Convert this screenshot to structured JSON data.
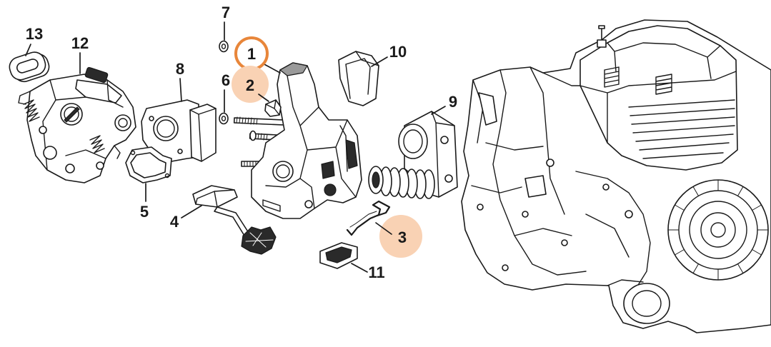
{
  "callouts": [
    {
      "label": "1",
      "selected": true
    },
    {
      "label": "2",
      "highlighted": true
    },
    {
      "label": "3",
      "highlighted": true
    },
    {
      "label": "4"
    },
    {
      "label": "5"
    },
    {
      "label": "6"
    },
    {
      "label": "7"
    },
    {
      "label": "8"
    },
    {
      "label": "9"
    },
    {
      "label": "10"
    },
    {
      "label": "11"
    },
    {
      "label": "12"
    },
    {
      "label": "13"
    }
  ],
  "colors": {
    "selected_ring": "#e8863a",
    "highlight_fill": "#f9d2b4",
    "line": "#1a1a1a",
    "background": "#ffffff"
  }
}
